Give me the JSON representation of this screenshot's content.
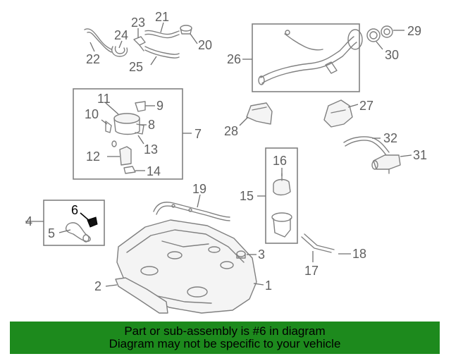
{
  "diagram": {
    "callouts": {
      "c1": "1",
      "c2": "2",
      "c3": "3",
      "c4": "4",
      "c5": "5",
      "c6": "6",
      "c7": "7",
      "c8": "8",
      "c9": "9",
      "c10": "10",
      "c11": "11",
      "c12": "12",
      "c13": "13",
      "c14": "14",
      "c15": "15",
      "c16": "16",
      "c17": "17",
      "c18": "18",
      "c19": "19",
      "c20": "20",
      "c21": "21",
      "c22": "22",
      "c23": "23",
      "c24": "24",
      "c25": "25",
      "c26": "26",
      "c27": "27",
      "c28": "28",
      "c29": "29",
      "c30": "30",
      "c31": "31",
      "c32": "32"
    },
    "highlighted_part": "6",
    "colors": {
      "line_art": "#808080",
      "callout_text": "#606060",
      "highlight_text": "#000000"
    }
  },
  "banner": {
    "line1": "Part or sub-assembly is #6 in diagram",
    "line2": "Diagram may not be specific to your vehicle",
    "background": "#1d8a1d"
  }
}
